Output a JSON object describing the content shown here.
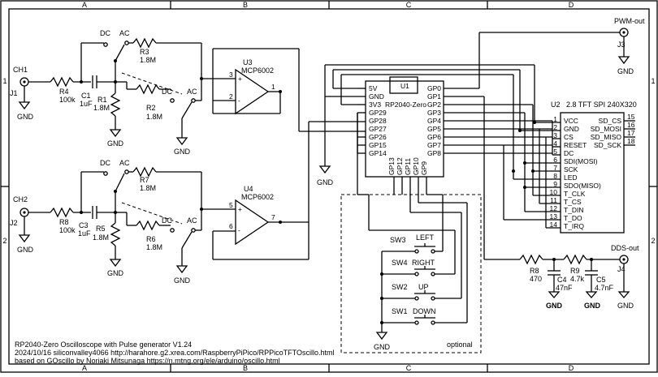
{
  "border": {
    "cols": [
      "A",
      "B",
      "C",
      "D"
    ],
    "rows": [
      "1",
      "2"
    ]
  },
  "inputs": {
    "ch1": {
      "name": "CH1",
      "ref": "J1",
      "gnd": "GND"
    },
    "ch2": {
      "name": "CH2",
      "ref": "J2",
      "gnd": "GND"
    }
  },
  "ch1": {
    "r4": {
      "ref": "R4",
      "val": "100k"
    },
    "c1": {
      "ref": "C1",
      "val": "1uF"
    },
    "r1": {
      "ref": "R1",
      "val": "1.8M"
    },
    "r3": {
      "ref": "R3",
      "val": "1.8M"
    },
    "r2": {
      "ref": "R2",
      "val": "1.8M"
    },
    "sw_dc_top": "DC",
    "sw_ac_top": "AC",
    "sw_dc_bot": "DC",
    "sw_ac_bot": "AC",
    "gnd1": "GND",
    "gnd2": "GND",
    "gnd3": "GND",
    "opamp": {
      "ref": "U3",
      "part": "MCP6002",
      "in_p": "3",
      "in_n": "2",
      "out": "1"
    }
  },
  "ch2": {
    "r8": {
      "ref": "R8",
      "val": "100k"
    },
    "c3": {
      "ref": "C3",
      "val": "1uF"
    },
    "r5": {
      "ref": "R5",
      "val": "1.8M"
    },
    "r7": {
      "ref": "R7",
      "val": "1.8M"
    },
    "r6": {
      "ref": "R6",
      "val": "1.8M"
    },
    "sw_dc_top": "DC",
    "sw_ac_top": "AC",
    "sw_dc_bot": "DC",
    "sw_ac_bot": "AC",
    "gnd1": "GND",
    "gnd2": "GND",
    "gnd3": "GND",
    "opamp": {
      "ref": "U4",
      "part": "MCP6002",
      "in_p": "5",
      "in_n": "6",
      "out": "7"
    }
  },
  "mcu": {
    "ref": "U1",
    "part": "RP2040-Zero",
    "left_pins": [
      "5V",
      "GND",
      "3V3",
      "GP29",
      "GP28",
      "GP27",
      "GP26",
      "GP15",
      "GP14"
    ],
    "right_pins": [
      "GP0",
      "GP1",
      "GP2",
      "GP3",
      "GP4",
      "GP5",
      "GP6",
      "GP7",
      "GP8"
    ],
    "bottom_pins": [
      "GP13",
      "GP12",
      "GP11",
      "GP10",
      "GP9"
    ],
    "gnd": "GND"
  },
  "tft": {
    "ref": "U2",
    "part": "2.8 TFT SPI 240X320",
    "left_pins": [
      "VCC",
      "GND",
      "CS",
      "RESET",
      "DC",
      "SDI(MOSI)",
      "SCK",
      "LED",
      "SDO(MISO)",
      "T_CLK",
      "T_CS",
      "T_DIN",
      "T_DO",
      "T_IRQ"
    ],
    "left_nums": [
      "1",
      "2",
      "3",
      "4",
      "5",
      "6",
      "7",
      "8",
      "9",
      "10",
      "11",
      "12",
      "13",
      "14"
    ],
    "right_pins": [
      "SD_CS",
      "SD_MOSI",
      "SD_MISO",
      "SD_SCK"
    ],
    "right_nums": [
      "15",
      "16",
      "17",
      "18"
    ]
  },
  "pwm": {
    "label": "PWM-out",
    "ref": "J3",
    "gnd": "GND"
  },
  "dds": {
    "label": "DDS-out",
    "ref": "J4",
    "gnd": "GND",
    "r8": {
      "ref": "R8",
      "val": "470"
    },
    "r9": {
      "ref": "R9",
      "val": "4.7k"
    },
    "c4": {
      "ref": "C4",
      "val": "47nF"
    },
    "c5": {
      "ref": "C5",
      "val": "4.7nF"
    },
    "gnd_c4": "GND",
    "gnd_c5": "GND"
  },
  "buttons": {
    "items": [
      {
        "ref": "SW3",
        "name": "LEFT"
      },
      {
        "ref": "SW4",
        "name": "RIGHT"
      },
      {
        "ref": "SW2",
        "name": "UP"
      },
      {
        "ref": "SW1",
        "name": "DOWN"
      }
    ],
    "gnd": "GND",
    "optional": "optional"
  },
  "footer": {
    "line1": "RP2040-Zero Oscilloscope with Pulse generator V1.24",
    "line2": "2024/10/16 siliconvalley4066 http://harahore.g2.xrea.com/RaspberryPiPico/RPPicoTFTOscillo.html",
    "line3": "based on GOscillo by Noriaki Mitsunaga https://n.mtng.org/ele/arduino/oscillo.html"
  }
}
